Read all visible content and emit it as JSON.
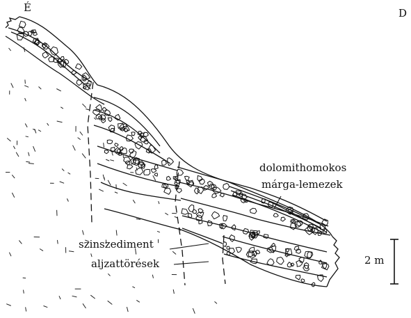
{
  "orientation": {
    "left": "É",
    "right": "D"
  },
  "labels": {
    "dolomite_line1": "dolomithomokos",
    "dolomite_line2": "márga-lemezek",
    "synsediment": "szinszediment",
    "basement_faults": "aljzattörések"
  },
  "scale": {
    "label": "2 m"
  },
  "colors": {
    "ink": "#111111",
    "paper": "#ffffff"
  }
}
